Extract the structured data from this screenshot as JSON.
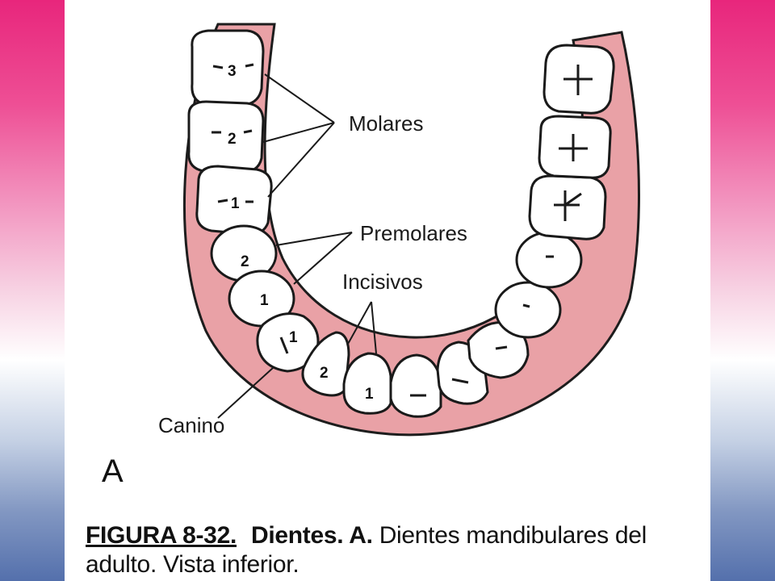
{
  "theme": {
    "gum_color": "#e9a1a6",
    "gum_outline": "#1d1d1d",
    "tooth_fill": "#ffffff",
    "band_top_color": "#e8267c",
    "band_bottom_color": "#5470ac"
  },
  "labels": {
    "molares": "Molares",
    "premolares": "Premolares",
    "incisivos": "Incisivos",
    "canino": "Canino"
  },
  "tooth_numbers": {
    "molar_3": "3",
    "molar_2": "2",
    "molar_1": "1",
    "premolar_2": "2",
    "premolar_1": "1",
    "canine": "1",
    "incisor_2": "2",
    "incisor_1": "1"
  },
  "panel_letter": "A",
  "caption": {
    "figure_number": "FIGURA 8-32.",
    "title": "Dientes. A.",
    "line1_rest": "Dientes mandibulares del",
    "line2": "adulto. Vista inferior."
  }
}
